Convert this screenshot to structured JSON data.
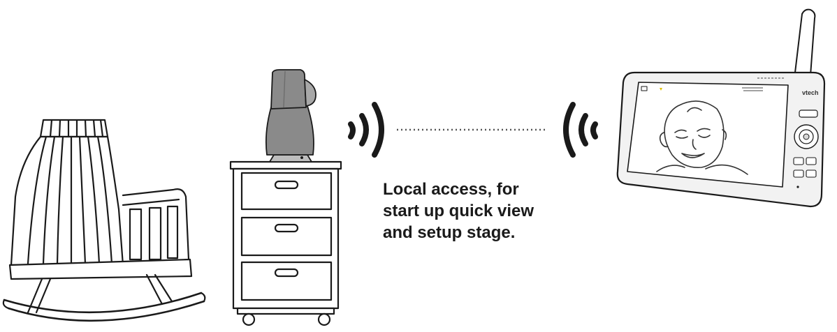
{
  "caption": {
    "lines": [
      "Local access, for",
      "start up quick view",
      "and setup stage."
    ]
  },
  "monitor": {
    "brand": "vtech"
  },
  "colors": {
    "ink": "#1a1a1a",
    "camera_gray": "#8a8a8a",
    "monitor_bezel": "#f2f2f2",
    "screen": "#ffffff"
  },
  "icons": {
    "left_wireless": "signal-waves-icon",
    "right_wireless": "signal-waves-icon",
    "link": "dotted-link"
  }
}
